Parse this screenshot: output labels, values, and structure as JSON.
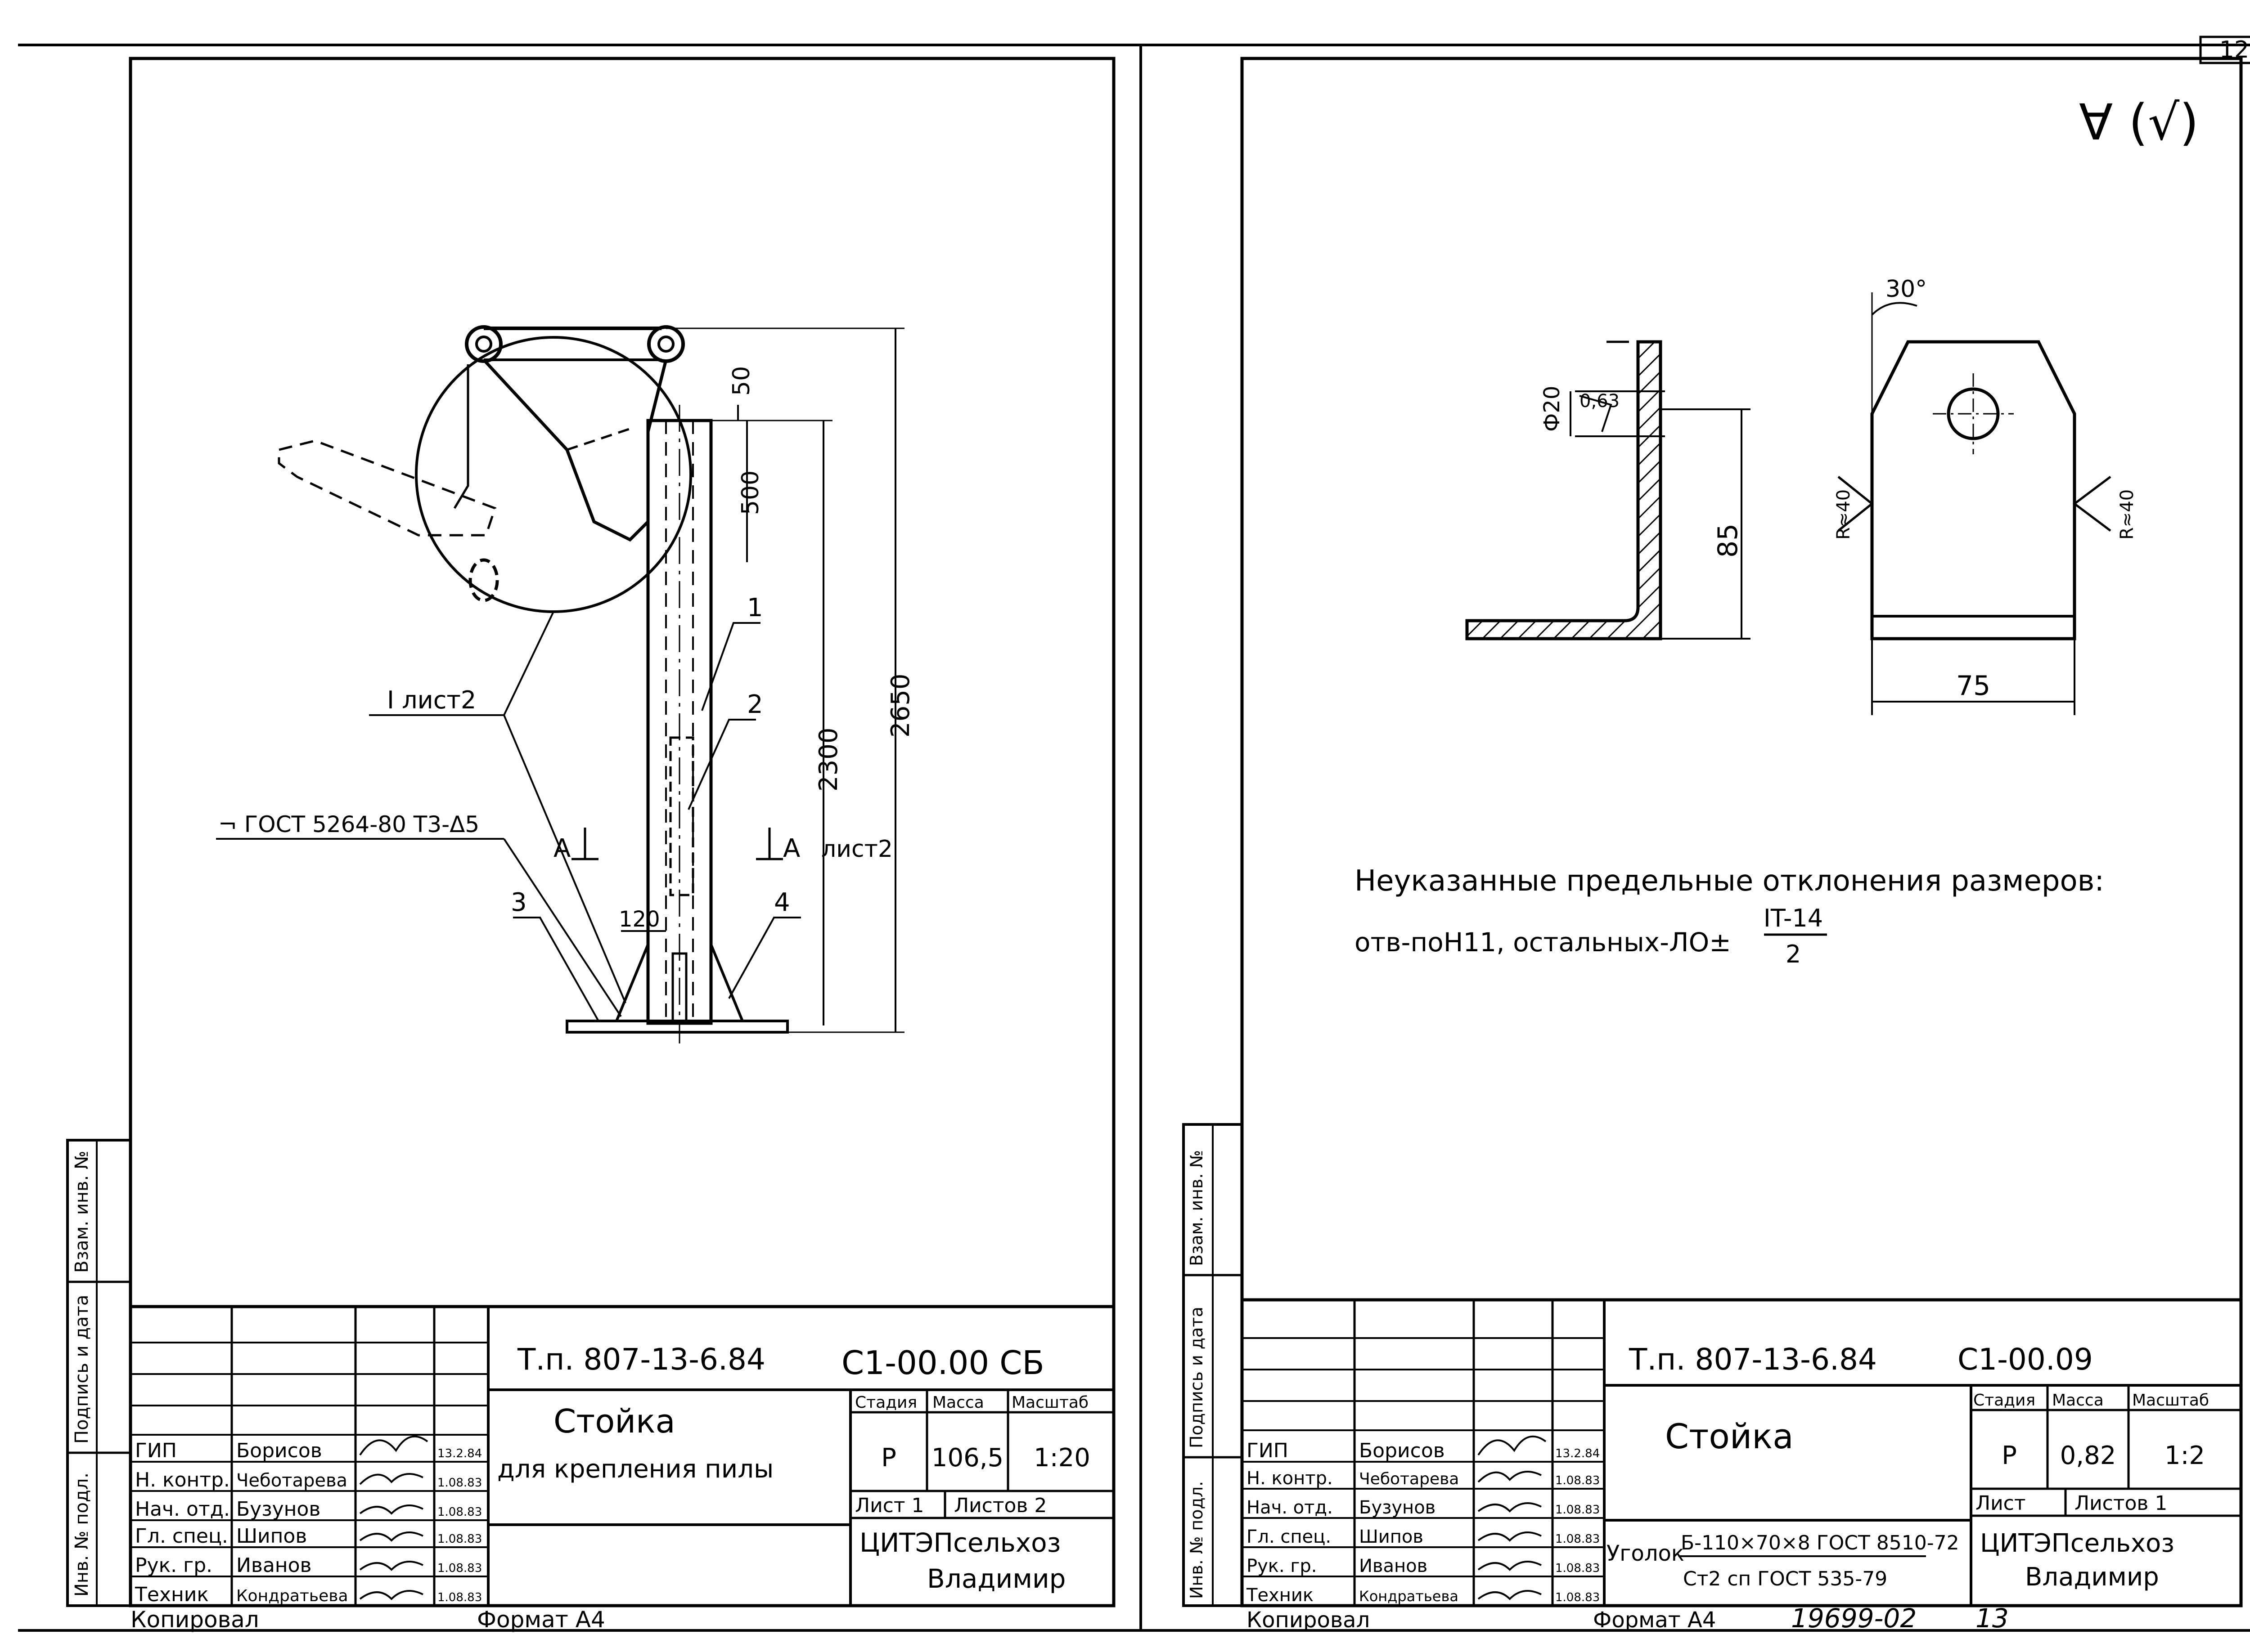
{
  "page": {
    "sheet_number": "12"
  },
  "left": {
    "drawing": {
      "label_detail": "I лист2",
      "dim_50": "50",
      "dim_500": "500",
      "dim_2300": "2300",
      "dim_2650": "2650",
      "dim_120": "120",
      "pos1": "1",
      "pos2": "2",
      "pos3": "3",
      "pos4": "4",
      "gost_note": "¬ ГОСТ 5264-80 Т3-Δ5",
      "section_a_left": "А",
      "section_a_right": "А",
      "section_sheet": "лист2"
    },
    "stamp": {
      "code": "Т.п. 807-13-6.84",
      "designation": "С1-00.00 СБ",
      "title": "Стойка",
      "subtitle": "для крепления пилы",
      "col_stage": "Стадия",
      "col_mass": "Масса",
      "col_scale": "Масштаб",
      "stage": "Р",
      "mass": "106,5",
      "scale": "1:20",
      "sheet": "Лист 1",
      "sheets": "Листов 2",
      "org1": "ЦИТЭПсельхоз",
      "org2": "Владимир",
      "people": [
        {
          "role": "ГИП",
          "name": "Борисов",
          "date": "13.2.84"
        },
        {
          "role": "Н. контр.",
          "name": "Чеботарева",
          "date": "1.08.83"
        },
        {
          "role": "Нач. отд.",
          "name": "Бузунов",
          "date": "1.08.83"
        },
        {
          "role": "Гл. спец.",
          "name": "Шипов",
          "date": "1.08.83"
        },
        {
          "role": "Рук. гр.",
          "name": "Иванов",
          "date": "1.08.83"
        },
        {
          "role": "Техник",
          "name": "Кондратьева",
          "date": "1.08.83"
        }
      ],
      "side_labels": [
        "Инв. № подл.",
        "Подпись и дата",
        "Взам. инв. №"
      ]
    },
    "footer": {
      "copied": "Копировал",
      "format": "Формат А4"
    }
  },
  "right": {
    "roughness": "∀ (√)",
    "drawing": {
      "dim_d20": "Ф20",
      "dim_063": "0,63",
      "dim_85": "85",
      "dim_30": "30°",
      "dim_r40l": "R≈40",
      "dim_r40r": "R≈40",
      "dim_75": "75"
    },
    "note_line1": "Неуказанные предельные отклонения размеров:",
    "note_line2": "отв-поН11, остальных-ЛО±",
    "note_frac_top": "IT-14",
    "note_frac_bottom": "2",
    "stamp": {
      "code": "Т.п. 807-13-6.84",
      "designation": "С1-00.09",
      "title": "Стойка",
      "col_stage": "Стадия",
      "col_mass": "Масса",
      "col_scale": "Масштаб",
      "stage": "Р",
      "mass": "0,82",
      "scale": "1:2",
      "sheet": "Лист",
      "sheets": "Листов 1",
      "org1": "ЦИТЭПсельхоз",
      "org2": "Владимир",
      "material_name": "Уголок",
      "material_line1": "Б-110×70×8 ГОСТ 8510-72",
      "material_line2": "Ст2 сп ГОСТ 535-79",
      "people": [
        {
          "role": "ГИП",
          "name": "Борисов",
          "date": "13.2.84"
        },
        {
          "role": "Н. контр.",
          "name": "Чеботарева",
          "date": "1.08.83"
        },
        {
          "role": "Нач. отд.",
          "name": "Бузунов",
          "date": "1.08.83"
        },
        {
          "role": "Гл. спец.",
          "name": "Шипов",
          "date": "1.08.83"
        },
        {
          "role": "Рук. гр.",
          "name": "Иванов",
          "date": "1.08.83"
        },
        {
          "role": "Техник",
          "name": "Кондратьева",
          "date": "1.08.83"
        }
      ],
      "side_labels": [
        "Инв. № подл.",
        "Подпись и дата",
        "Взам. инв. №"
      ]
    },
    "footer": {
      "copied": "Копировал",
      "format": "Формат А4",
      "archive": "19699-02",
      "page": "13"
    }
  }
}
